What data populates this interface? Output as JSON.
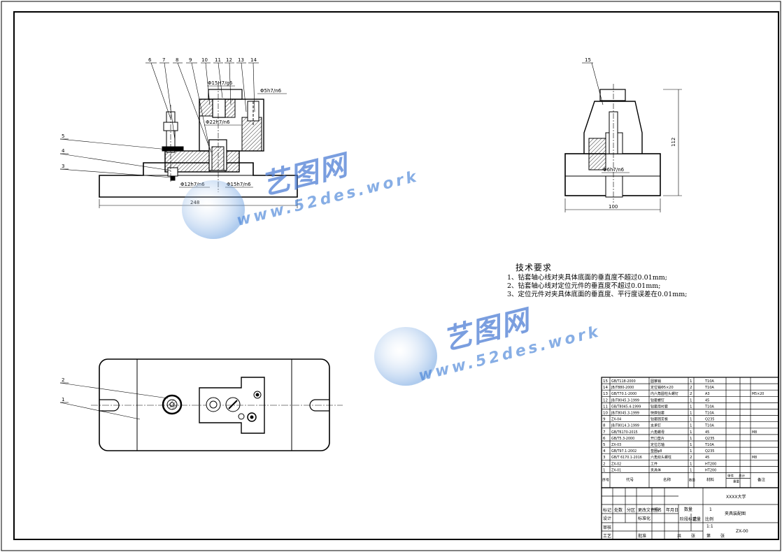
{
  "technical_requirements": {
    "title": "技术要求",
    "items": [
      "1、钻套轴心线对夹具体底面的垂直度不超过0.01mm;",
      "2、钻套轴心线对定位元件的垂直度不超过0.01mm;",
      "3、定位元件对夹具体底面的垂直度、平行度误差在0.01mm;"
    ]
  },
  "front_view": {
    "balloons": [
      "6",
      "7",
      "8",
      "9",
      "10",
      "11",
      "12",
      "13",
      "14"
    ],
    "left_balloons": [
      "5",
      "4",
      "3"
    ],
    "fits": [
      "Φ15H7/g6",
      "Φ22h7/n6",
      "Φ5h7/n6",
      "Φ12h7/n6",
      "Φ15h7/n6"
    ],
    "width_dim": "248"
  },
  "side_view": {
    "balloon": "15",
    "fit": "Φ6h7/n6",
    "height_dim": "112",
    "width_dim": "100"
  },
  "top_view": {
    "balloons": [
      "2",
      "1"
    ]
  },
  "bom": {
    "rows": [
      {
        "no": "15",
        "std": "GB/T118-2000",
        "name": "圆锥销",
        "qty": "1",
        "mat": "T10A",
        "note": ""
      },
      {
        "no": "14",
        "std": "JB/T880-2000",
        "name": "定位销Φ5×20",
        "qty": "2",
        "mat": "T10A",
        "note": ""
      },
      {
        "no": "13",
        "std": "GB/T70.1-2000",
        "name": "内六角圆柱头螺钉",
        "qty": "2",
        "mat": "A3",
        "note": "M5×20"
      },
      {
        "no": "12",
        "std": "JB/T8045.3-1999",
        "name": "钻套螺钉",
        "qty": "1",
        "mat": "45",
        "note": ""
      },
      {
        "no": "11",
        "std": "GB/T8045.4-1999",
        "name": "钻套用衬套",
        "qty": "1",
        "mat": "T10A",
        "note": ""
      },
      {
        "no": "10",
        "std": "JB/T8045.3-1999",
        "name": "快换钻套",
        "qty": "1",
        "mat": "T10A",
        "note": ""
      },
      {
        "no": "9",
        "std": "ZX-04",
        "name": "钻套固定板",
        "qty": "1",
        "mat": "Q235",
        "note": ""
      },
      {
        "no": "8",
        "std": "JB/T8014.3-1999",
        "name": "支承钉",
        "qty": "1",
        "mat": "T10A",
        "note": ""
      },
      {
        "no": "7",
        "std": "GB/T6170-2015",
        "name": "六角螺母",
        "qty": "1",
        "mat": "45",
        "note": "M8"
      },
      {
        "no": "6",
        "std": "GB/T5.3-2000",
        "name": "开口垫片",
        "qty": "1",
        "mat": "Q235",
        "note": ""
      },
      {
        "no": "5",
        "std": "ZX-03",
        "name": "定位芯轴",
        "qty": "1",
        "mat": "T10A",
        "note": ""
      },
      {
        "no": "4",
        "std": "GB/T97.1-2002",
        "name": "垫圈φ8",
        "qty": "1",
        "mat": "Q235",
        "note": ""
      },
      {
        "no": "3",
        "std": "GB/T 6170.1-2016",
        "name": "六角双头螺柱",
        "qty": "2",
        "mat": "45",
        "note": "M8"
      },
      {
        "no": "2",
        "std": "ZX-02",
        "name": "工件",
        "qty": "1",
        "mat": "HT200",
        "note": ""
      },
      {
        "no": "1",
        "std": "ZX-01",
        "name": "夹具体",
        "qty": "1",
        "mat": "HT200",
        "note": ""
      }
    ],
    "headers": {
      "no": "序号",
      "code": "代号",
      "name": "名称",
      "qty": "数量",
      "mat": "材料",
      "unit_wt": "单件",
      "total_wt": "总计",
      "wt": "重量",
      "note": "备注"
    }
  },
  "title_block": {
    "school": "XXXX大学",
    "drawing_name": "夹具装配图",
    "drawing_no": "ZX-00",
    "qty_label": "数量",
    "qty_value": "1",
    "stage_label": "阶段标记",
    "weight_label": "重量",
    "scale_label": "比例",
    "scale_value": "1:1",
    "sheets": [
      "共",
      "张",
      "第",
      "张"
    ],
    "rows": [
      "标记",
      "处数",
      "分区",
      "更改文件号",
      "签名",
      "年月日",
      "设计",
      "标准化",
      "审核",
      "工艺",
      "批准"
    ]
  },
  "watermark": {
    "cn": "艺图网",
    "url": "www.52des.work"
  },
  "colors": {
    "line": "#000000",
    "watermark": "#4a7fd2",
    "hatch": "#000000"
  }
}
